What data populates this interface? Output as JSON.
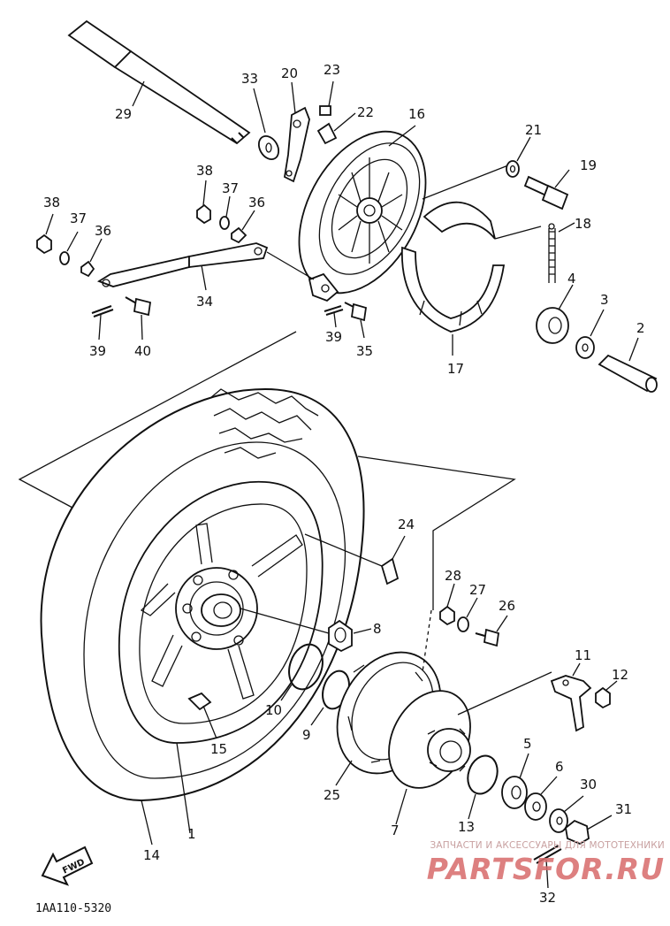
{
  "callouts": [
    {
      "id": "c1",
      "text": "1"
    },
    {
      "id": "c2",
      "text": "2"
    },
    {
      "id": "c3",
      "text": "3"
    },
    {
      "id": "c4",
      "text": "4"
    },
    {
      "id": "c5",
      "text": "5"
    },
    {
      "id": "c6",
      "text": "6"
    },
    {
      "id": "c7",
      "text": "7"
    },
    {
      "id": "c8",
      "text": "8"
    },
    {
      "id": "c9",
      "text": "9"
    },
    {
      "id": "c10",
      "text": "10"
    },
    {
      "id": "c11",
      "text": "11"
    },
    {
      "id": "c12",
      "text": "12"
    },
    {
      "id": "c13",
      "text": "13"
    },
    {
      "id": "c14",
      "text": "14"
    },
    {
      "id": "c15",
      "text": "15"
    },
    {
      "id": "c16",
      "text": "16"
    },
    {
      "id": "c17",
      "text": "17"
    },
    {
      "id": "c18",
      "text": "18"
    },
    {
      "id": "c19",
      "text": "19"
    },
    {
      "id": "c20",
      "text": "20"
    },
    {
      "id": "c21",
      "text": "21"
    },
    {
      "id": "c22",
      "text": "22"
    },
    {
      "id": "c23",
      "text": "23"
    },
    {
      "id": "c24",
      "text": "24"
    },
    {
      "id": "c25",
      "text": "25"
    },
    {
      "id": "c26",
      "text": "26"
    },
    {
      "id": "c27",
      "text": "27"
    },
    {
      "id": "c28",
      "text": "28"
    },
    {
      "id": "c29",
      "text": "29"
    },
    {
      "id": "c30",
      "text": "30"
    },
    {
      "id": "c31",
      "text": "31"
    },
    {
      "id": "c32",
      "text": "32"
    },
    {
      "id": "c33",
      "text": "33"
    },
    {
      "id": "c34",
      "text": "34"
    },
    {
      "id": "c35",
      "text": "35"
    },
    {
      "id": "c36a",
      "text": "36"
    },
    {
      "id": "c36b",
      "text": "36"
    },
    {
      "id": "c37a",
      "text": "37"
    },
    {
      "id": "c37b",
      "text": "37"
    },
    {
      "id": "c38a",
      "text": "38"
    },
    {
      "id": "c38b",
      "text": "38"
    },
    {
      "id": "c39a",
      "text": "39"
    },
    {
      "id": "c39b",
      "text": "39"
    },
    {
      "id": "c40",
      "text": "40"
    }
  ],
  "direction_label": "FWD",
  "diagram_code": "1AA110-5320",
  "watermark": {
    "tagline": "ЗАПЧАСТИ И АКСЕССУАРЫ ДЛЯ МОТОТЕХНИКИ",
    "logo": "PARTSFOR.RU"
  },
  "colors": {
    "line": "#111111",
    "background": "#ffffff",
    "watermark": "#d86a6a"
  }
}
